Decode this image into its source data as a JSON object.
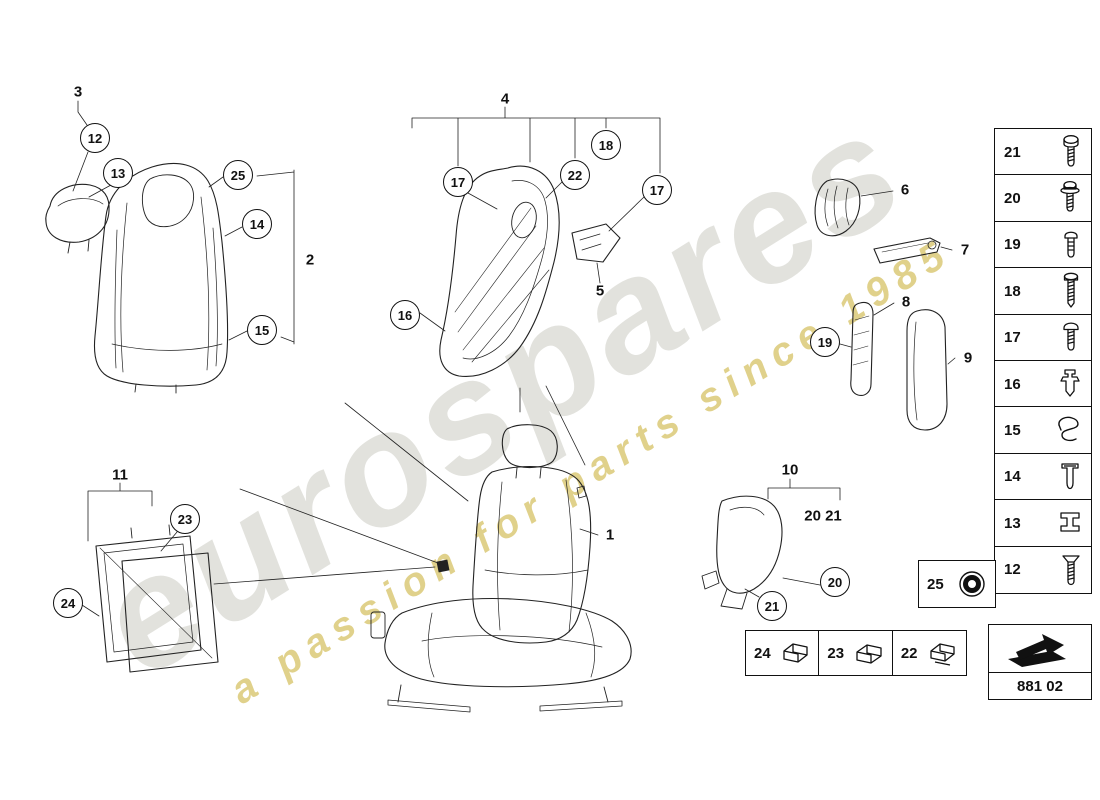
{
  "watermark": {
    "brand": "eurospares",
    "tagline": "a passion for parts since 1985"
  },
  "labels": {
    "l1": "1",
    "l2": "2",
    "l3": "3",
    "l4": "4",
    "l5": "5",
    "l6": "6",
    "l7": "7",
    "l8": "8",
    "l9": "9",
    "l10": "10",
    "l11": "11",
    "l20_21": "20 21"
  },
  "balloons": [
    {
      "num": "12"
    },
    {
      "num": "13"
    },
    {
      "num": "25"
    },
    {
      "num": "14"
    },
    {
      "num": "15"
    },
    {
      "num": "17"
    },
    {
      "num": "22"
    },
    {
      "num": "18"
    },
    {
      "num": "17"
    },
    {
      "num": "16"
    },
    {
      "num": "19"
    },
    {
      "num": "23"
    },
    {
      "num": "24"
    },
    {
      "num": "20"
    },
    {
      "num": "21"
    }
  ],
  "legend_column": [
    {
      "num": "21"
    },
    {
      "num": "20"
    },
    {
      "num": "19"
    },
    {
      "num": "18"
    },
    {
      "num": "17"
    },
    {
      "num": "16"
    },
    {
      "num": "15"
    },
    {
      "num": "14"
    },
    {
      "num": "13"
    },
    {
      "num": "12"
    }
  ],
  "grommet_box": {
    "num": "25"
  },
  "bottom_row": [
    {
      "num": "24"
    },
    {
      "num": "23"
    },
    {
      "num": "22"
    }
  ],
  "footer": {
    "part_code": "881 02"
  }
}
